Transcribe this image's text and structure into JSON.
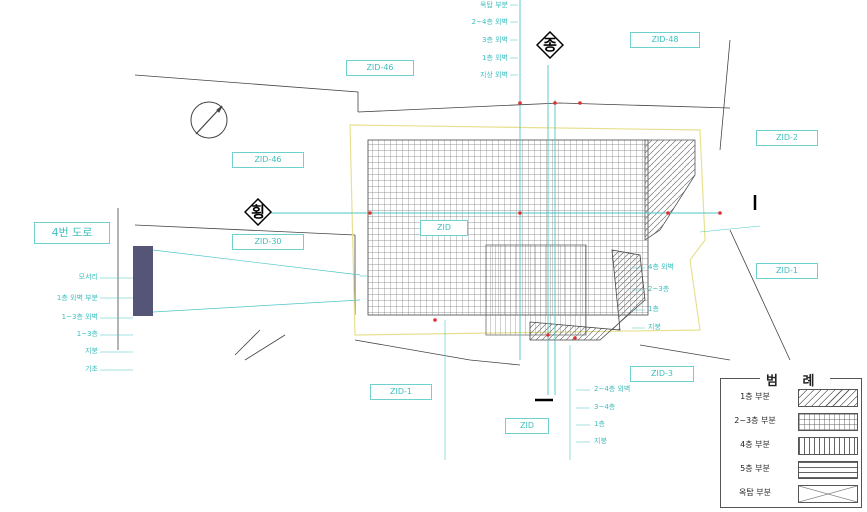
{
  "direction_marks": {
    "longitudinal": "종",
    "transverse": "횡"
  },
  "zone_boxes": {
    "top_left": "ZID-46",
    "top_right": "ZID-48",
    "left_mid": "ZID-46",
    "left_lower": "ZID-30",
    "right_top": "ZID-2",
    "right_mid": "ZID-1",
    "bottom_right": "ZID-3",
    "bottom_left": "ZID-1",
    "bottom_center": "ZID",
    "center": "ZID"
  },
  "left_title": "4번 도로",
  "top_labels": [
    "옥탑 부분",
    "2~4층 외벽",
    "3층 외벽",
    "1층 외벽",
    "지상 외벽"
  ],
  "left_labels": [
    "모서리",
    "1층 외벽 부분",
    "1~3층 외벽",
    "1~3층",
    "지붕",
    "기초"
  ],
  "right_labels": [
    "4층 외벽",
    "2~3층",
    "1층",
    "지붕"
  ],
  "bottom_labels": [
    "2~4층 외벽",
    "3~4층",
    "1층",
    "지붕"
  ],
  "legend": {
    "title": "범 례",
    "rows": [
      {
        "label": "1층 부분",
        "pattern": "diag"
      },
      {
        "label": "2~3층 부분",
        "pattern": "grid"
      },
      {
        "label": "4층 부분",
        "pattern": "vert"
      },
      {
        "label": "5층 부분",
        "pattern": "horiz"
      },
      {
        "label": "옥탑 부분",
        "pattern": "cross"
      }
    ]
  },
  "colors": {
    "line": "#4fc6c6",
    "accent": "#3fbfbf",
    "hatch": "#666666",
    "red": "#e03030"
  }
}
